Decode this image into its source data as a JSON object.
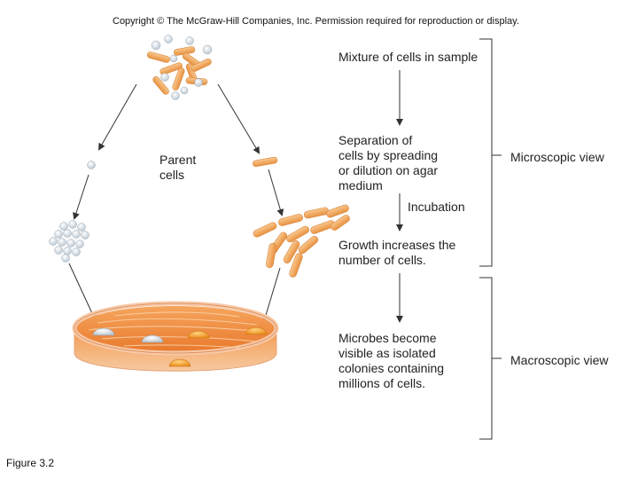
{
  "copyright": "Copyright © The McGraw-Hill Companies, Inc. Permission required for reproduction or display.",
  "figure_caption": "Figure 3.2",
  "parent_cells_label": [
    "Parent",
    "cells"
  ],
  "steps": {
    "mixture": [
      "Mixture of cells in sample"
    ],
    "separation": [
      "Separation of",
      "cells by spreading",
      "or dilution on agar",
      "medium"
    ],
    "incubation": [
      "Incubation"
    ],
    "growth": [
      "Growth increases the",
      "number of cells."
    ],
    "colonies": [
      "Microbes become",
      "visible as isolated",
      "colonies containing",
      "millions of cells."
    ]
  },
  "views": {
    "microscopic": "Microscopic view",
    "macroscopic": "Macroscopic view"
  },
  "colors": {
    "rod_cell": "#f2a95c",
    "coccus_cell": "#d9e2ea",
    "agar": "#f08a3e",
    "dish_rim": "#f7c9a8",
    "arrow": "#333333"
  }
}
